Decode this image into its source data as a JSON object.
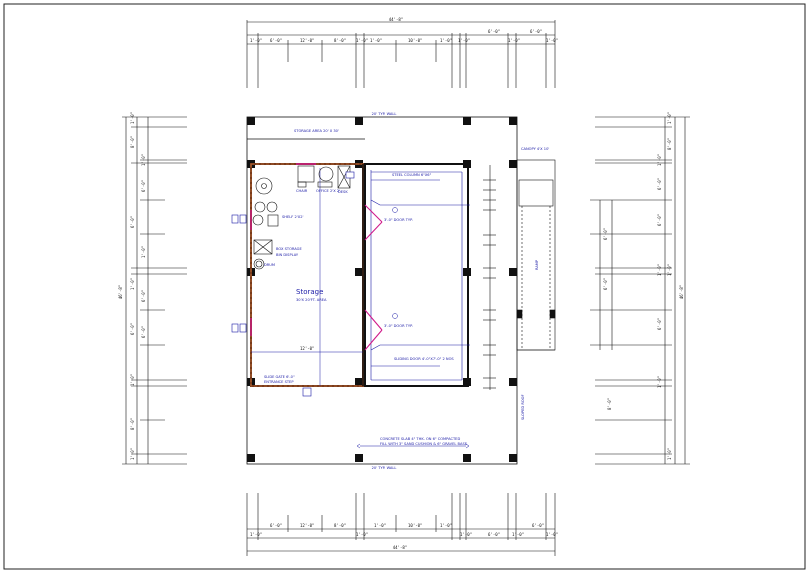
{
  "drawing": {
    "room_name": "Storage",
    "room_subtitle": "30'X 20'FT. AREA",
    "top_overall_dim": "44'-8\"",
    "bottom_overall_dim": "44'-8\"",
    "left_overall_dim": "46'-8\"",
    "right_overall_dim": "46'-8\"",
    "top_wall_label": "20' TYP. WALL",
    "bottom_wall_label": "20' TYP. WALL",
    "right_vertical_label": "SLOPED ROOF",
    "top_segment_labels": [
      "1'-0\"",
      "6'-0\"",
      "12'-0\"",
      "8'-0\"",
      "1'-0\"",
      "1'-0\"",
      "10'-0\"",
      "1'-0\"",
      "1'-0\"",
      "6'-0\"",
      "1'-0\"",
      "6'-0\"",
      "1'-0\""
    ],
    "left_segment_labels": [
      "1'-0\"",
      "8'-0\"",
      "1'-0\"",
      "6'-0\"",
      "6'-0\"",
      "1'-0\"",
      "6'-0\"",
      "1'-0\"",
      "6'-0\"",
      "6'-0\"",
      "1'-0\"",
      "8'-0\"",
      "1'-0\""
    ],
    "notes": {
      "top_label": "STORAGE AREA 20' X 30'",
      "office_label": "OFFICE 2'X 2'",
      "shelf_label": "SHELF 2'X2'",
      "chair_label": "CHAIR",
      "desk_label": "DESK",
      "bin_label": "BIN DISPLAY",
      "box_label": "BOX STORAGE",
      "drum_label": "DRUM",
      "door_note_1": "3'-0\" DOOR TYP.",
      "door_note_2": "3'-0\" DOOR TYP.",
      "col_label": "STEEL COLUMN 6\"X6\"",
      "gate_label": "SLIDE GATE 6'-0\"",
      "rear_note": "SLIDING DOOR 4'-0\"X7'-0\" 2 NOS",
      "entry_note": "ENTRANCE STEP",
      "ramp_label": "RAMP",
      "side_note": "CANOPY 4'X 10'",
      "bottom_note_1": "CONCRETE SLAB 4\" THK. ON 6\" COMPACTED",
      "bottom_note_2": "FILL WITH 3\" SAND CUSHION & 6\" GRAVEL BASE",
      "center_dim": "12'-0\""
    }
  }
}
